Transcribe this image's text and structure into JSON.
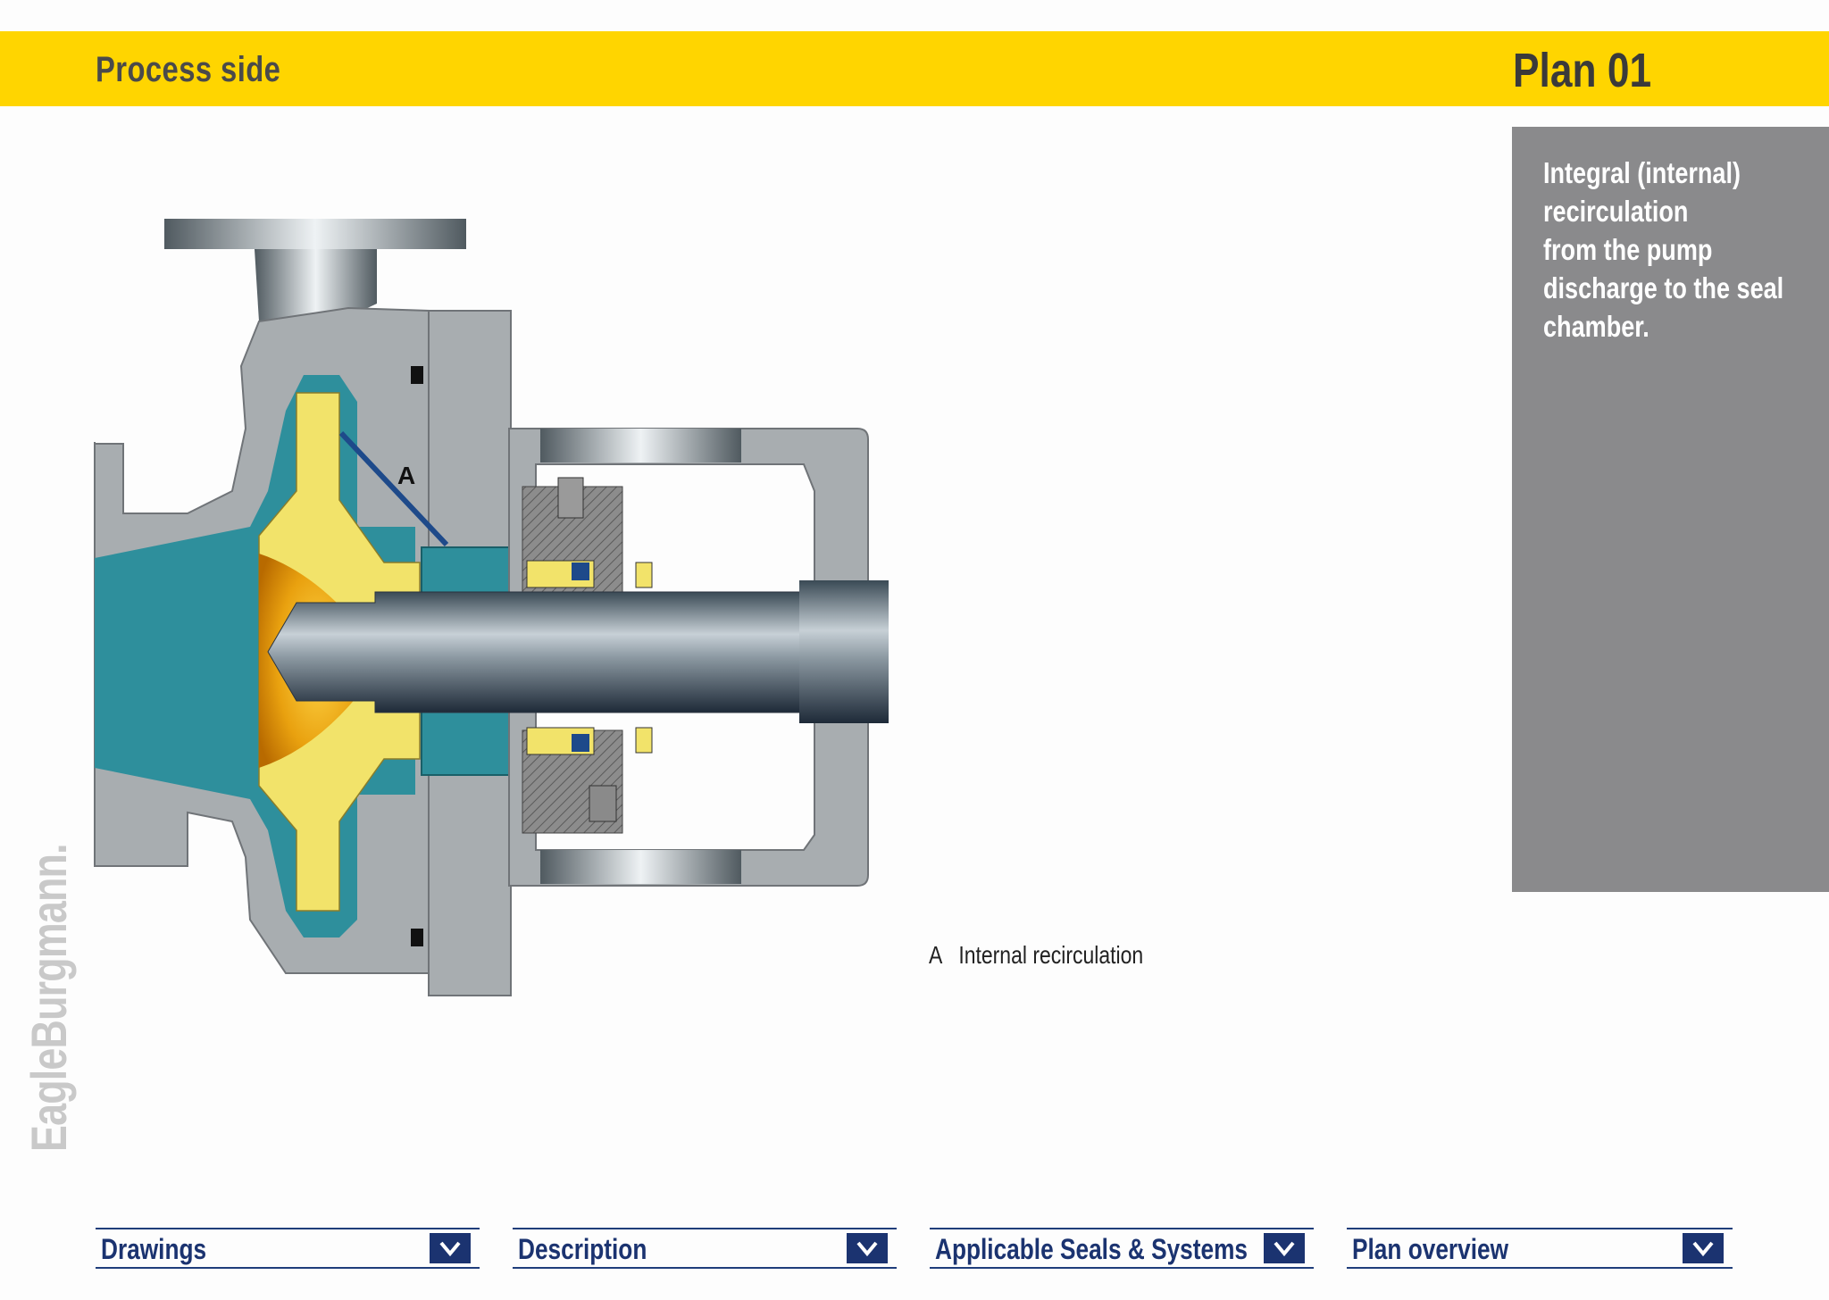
{
  "header": {
    "section_title": "Process side",
    "plan_title": "Plan 01"
  },
  "side_panel": {
    "lines": [
      "Integral (internal)",
      "recirculation",
      "from the pump",
      "discharge to the seal",
      "chamber."
    ]
  },
  "brand": {
    "name": "EagleBurgmann."
  },
  "diagram": {
    "callout_label": "A",
    "legend": {
      "key": "A",
      "text": "Internal recirculation"
    }
  },
  "nav": [
    {
      "label": "Drawings"
    },
    {
      "label": "Description"
    },
    {
      "label": "Applicable Seals & Systems"
    },
    {
      "label": "Plan overview"
    }
  ],
  "colors": {
    "header_bar": "#ffd500",
    "side_panel": "#8a8a8c",
    "nav_accent": "#1b3370",
    "casing_teal": "#2e8f9c",
    "impeller_yellow": "#f2e36a"
  }
}
